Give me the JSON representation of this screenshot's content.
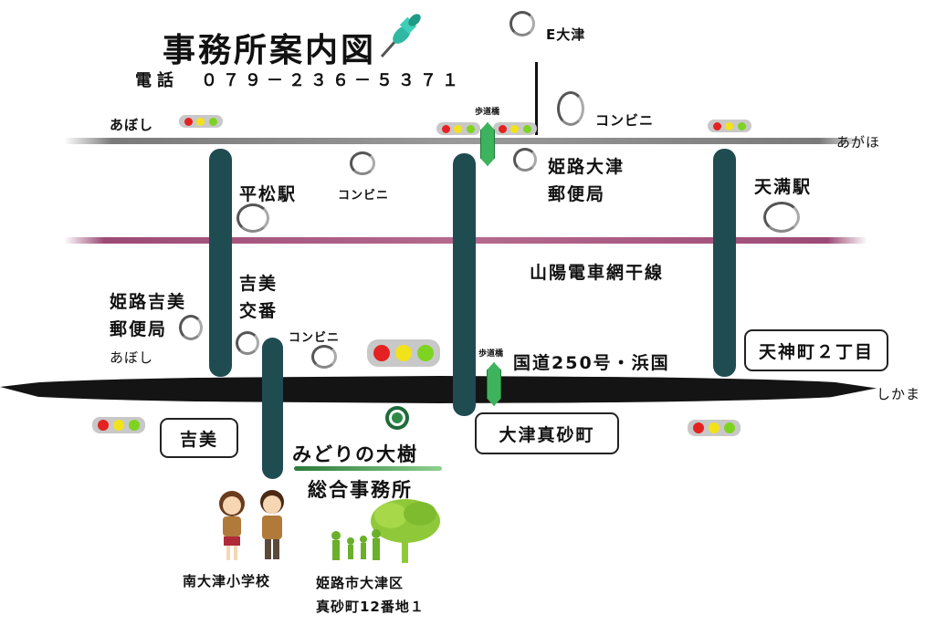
{
  "title": "事務所案内図",
  "phone": "電話　０７９－２３６－５３７１",
  "labels": {
    "e_otsu": "E大津",
    "aboshi_top": "あぼし",
    "agaho": "あがほ",
    "footbridge_top": "歩道橋",
    "konbini_1": "コンビニ",
    "konbini_2": "コンビニ",
    "konbini_3": "コンビニ",
    "himeji_otsu_post_1": "姫路大津",
    "himeji_otsu_post_2": "郵便局",
    "hiramatsu_station": "平松駅",
    "tenma_station": "天满駅",
    "sanyo_line": "山陽電車網干線",
    "yoshimi_koban_1": "吉美",
    "yoshimi_koban_2": "交番",
    "himeji_yoshimi_post_1": "姫路吉美",
    "himeji_yoshimi_post_2": "郵便局",
    "aboshi_bottom": "あぼし",
    "footbridge_bottom": "歩道橋",
    "route_250": "国道250号・浜国",
    "tenjin_cho": "天神町２丁目",
    "shikama": "しかま",
    "yoshimi_box": "吉美",
    "otsu_masago_box": "大津真砂町",
    "office_name_1": "みどりの大樹",
    "office_name_2": "総合事務所",
    "school": "南大津小学校",
    "address_1": "姫路市大津区",
    "address_2": "真砂町12番地１"
  },
  "colors": {
    "road_teal": "#1f4c51",
    "highway": "#141414",
    "rail": "#b56a8f",
    "signal_red": "#e52222",
    "signal_yellow": "#f2e21a",
    "signal_green": "#7ed321",
    "footbridge": "#3cb35c",
    "pin": "#2fb8a3"
  },
  "icons": [
    "pushpin-icon",
    "traffic-signal-icon",
    "footbridge-icon",
    "landmark-circle-icon",
    "emblem-icon",
    "children-icon",
    "tree-family-icon"
  ]
}
